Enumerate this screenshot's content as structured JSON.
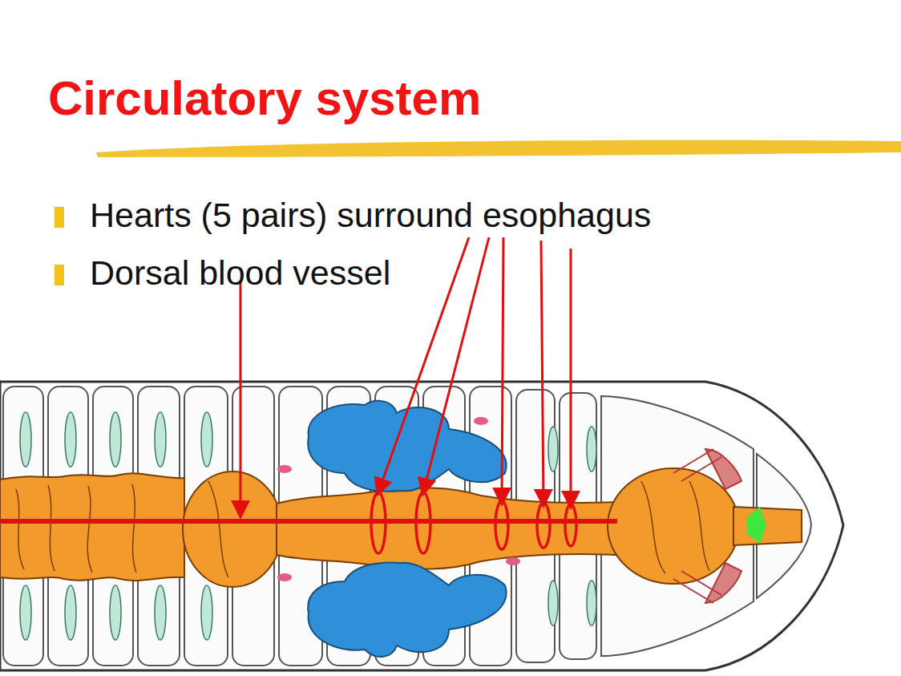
{
  "diagram": {
    "title": "Circulatory system",
    "labels": [
      "Hearts (5 pairs) surround esophagus",
      "Dorsal blood vessel"
    ]
  }
}
